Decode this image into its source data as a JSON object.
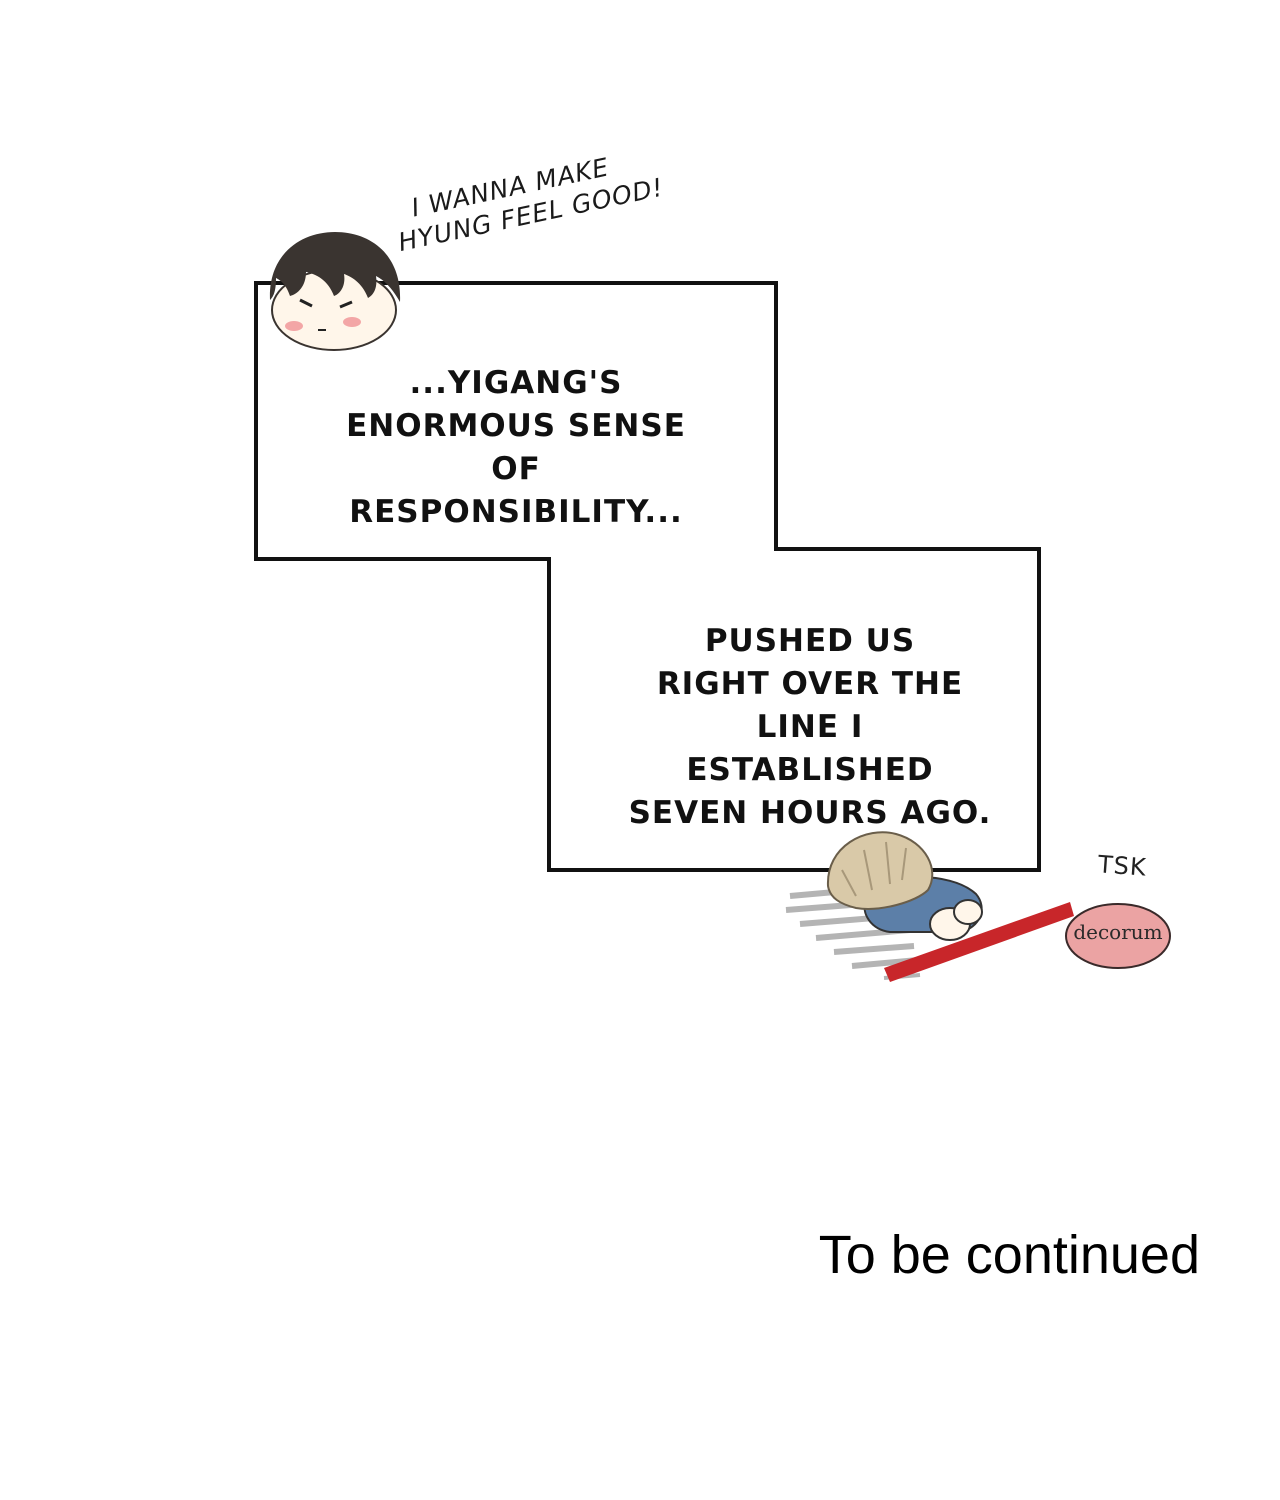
{
  "shout": {
    "line1": "I WANNA MAKE",
    "line2": "HYUNG FEEL GOOD!"
  },
  "caption_top": {
    "line1": "...YIGANG'S",
    "line2": "ENORMOUS SENSE OF",
    "line3": "RESPONSIBILITY..."
  },
  "caption_bottom": {
    "line1": "PUSHED US",
    "line2": "RIGHT OVER THE",
    "line3": "LINE I ESTABLISHED",
    "line4": "SEVEN HOURS AGO."
  },
  "sfx": {
    "tsk": "TSK"
  },
  "decorum": {
    "label": "decorum"
  },
  "footer": {
    "to_be_continued": "To be continued"
  },
  "colors": {
    "panel_border": "#111111",
    "hair_dark": "#3a3430",
    "skin": "#fff6ea",
    "blush": "#f3a6a6",
    "hair_light": "#d9c9a8",
    "shirt_blue": "#5c7fa8",
    "red_line": "#c8262a",
    "decorum_fill": "#eba3a3"
  }
}
